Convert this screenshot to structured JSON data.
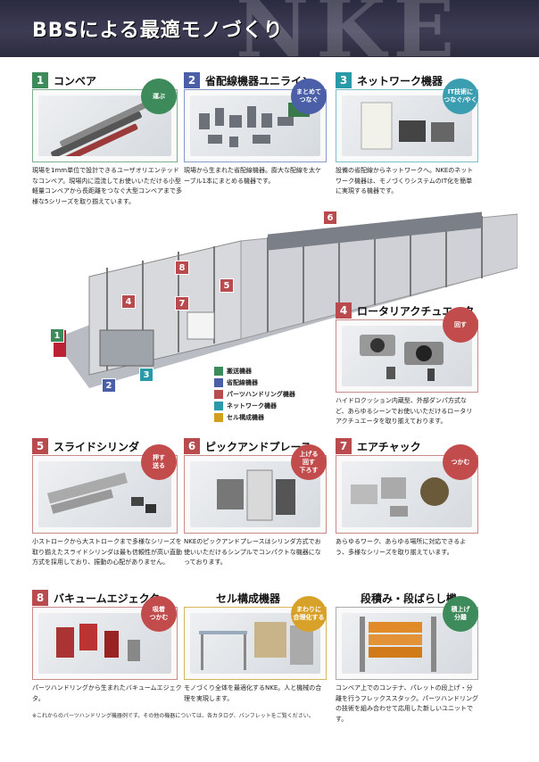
{
  "header": {
    "title": "BBSによる最適モノづくり",
    "deco": "NKE"
  },
  "colors": {
    "green": "#3d8a5a",
    "blue": "#4a5fa8",
    "red": "#b94a4d",
    "teal": "#2b9aa8",
    "gold": "#d39f1e"
  },
  "sections": {
    "s1": {
      "num": "1",
      "label": "コンベア",
      "badge": "運ぶ",
      "desc": "現場を1mm単位で設計できるユーザオリエンテッドなコンベア。現場内に混流してお使いいただける小型軽量コンベアから長距離をつなぐ大型コンベアまで多様な5シリーズを取り揃えています。"
    },
    "s2": {
      "num": "2",
      "label": "省配線機器ユニライン",
      "badge": "まとめて\nつなぐ",
      "desc": "現場から生まれた省配線機器。膨大な配線を太ケーブル1本にまとめる機器です。"
    },
    "s3": {
      "num": "3",
      "label": "ネットワーク機器",
      "badge": "IT技術に\nつなぐ/やく",
      "desc": "設備の省配線からネットワークへ。NKEのネットワーク機器は、モノづくりシステムのIT化を簡単に実現する機器です。"
    },
    "s4": {
      "num": "4",
      "label": "ロータリアクチュエータ",
      "badge": "回す",
      "desc": "ハイドロクッション内蔵型、外部ダンパ方式など、あらゆるシーンでお使いいただけるロータリアクチュエータを取り揃えております。"
    },
    "s5": {
      "num": "5",
      "label": "スライドシリンダ",
      "badge": "押す\n送る",
      "desc": "小ストロークから大ストロークまで多様なシリーズを取り揃えたスライドシリンダは最も信頼性が高い直動方式を採用しており、振動の心配がありません。"
    },
    "s6": {
      "num": "6",
      "label": "ピックアンドプレース",
      "badge": "上げる\n回す\n下ろす",
      "desc": "NKEのピックアンドプレースはシリンダ方式でお使いいただけるシンプルでコンパクトな機器になっております。"
    },
    "s7": {
      "num": "7",
      "label": "エアチャック",
      "badge": "つかむ",
      "desc": "あらゆるワーク、あらゆる場所に対応できるよう、多様なシリーズを取り揃えています。"
    },
    "s8": {
      "num": "8",
      "label": "バキュームエジェクタ",
      "badge": "吸着\nつかむ",
      "desc": "パーツハンドリングから生まれたバキュームエジェクタ。"
    },
    "s9": {
      "label": "セル構成機器",
      "badge": "まわりに\n合理化する",
      "desc": "モノづくり全体を最適化するNKE。人と機械の合理を実現します。"
    },
    "s10": {
      "label": "段積み・段ばらし機",
      "badge": "積上げ\n分離",
      "desc": "コンベア上でのコンテナ、パレットの段上げ・分離を行うフレックススタック。パーツハンドリングの技術を組み合わせて応用した新しいユニットです。"
    }
  },
  "line_marks": [
    "1",
    "2",
    "3",
    "4",
    "5",
    "6",
    "7",
    "8"
  ],
  "legend": [
    "搬送機器",
    "省配線機器",
    "パーツハンドリング機器",
    "ネットワーク機器",
    "セル構成機器"
  ],
  "footnote": "※これからのパーツハンドリング機器例です。その他の機器については、各カタログ、パンフレットをご覧ください。"
}
